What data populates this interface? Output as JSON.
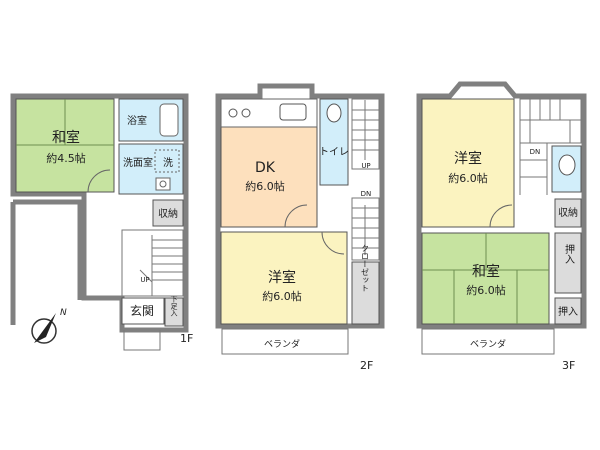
{
  "floors": {
    "f1": {
      "label": "1F",
      "rooms": {
        "washitsu": {
          "name": "和室",
          "size": "約4.5帖"
        },
        "bath": {
          "name": "浴室"
        },
        "washroom": {
          "name": "洗面室"
        },
        "washer": {
          "name": "洗"
        },
        "storage": {
          "name": "収納"
        },
        "entrance": {
          "name": "玄関"
        },
        "shoebox": {
          "name": "下足入"
        }
      },
      "stair_label": "UP"
    },
    "f2": {
      "label": "2F",
      "rooms": {
        "dk": {
          "name": "DK",
          "size": "約6.0帖"
        },
        "toilet": {
          "name": "トイレ"
        },
        "youshitsu": {
          "name": "洋室",
          "size": "約6.0帖"
        },
        "closet": {
          "name": "クローゼット"
        },
        "veranda": {
          "name": "ベランダ"
        }
      },
      "stair_up": "UP",
      "stair_dn": "DN"
    },
    "f3": {
      "label": "3F",
      "rooms": {
        "youshitsu": {
          "name": "洋室",
          "size": "約6.0帖"
        },
        "washitsu": {
          "name": "和室",
          "size": "約6.0帖"
        },
        "storage": {
          "name": "収納"
        },
        "oshiire1": {
          "name": "押入"
        },
        "oshiire2": {
          "name": "押入"
        },
        "veranda": {
          "name": "ベランダ"
        }
      },
      "stair_dn": "DN"
    }
  },
  "compass": {
    "label": "N"
  },
  "colors": {
    "washitsu": "#c6e3a0",
    "youshitsu": "#fbf3c0",
    "dk": "#fde0bd",
    "wet": "#d2eefa",
    "storage": "#dcdcdc",
    "wall": "#808080"
  }
}
